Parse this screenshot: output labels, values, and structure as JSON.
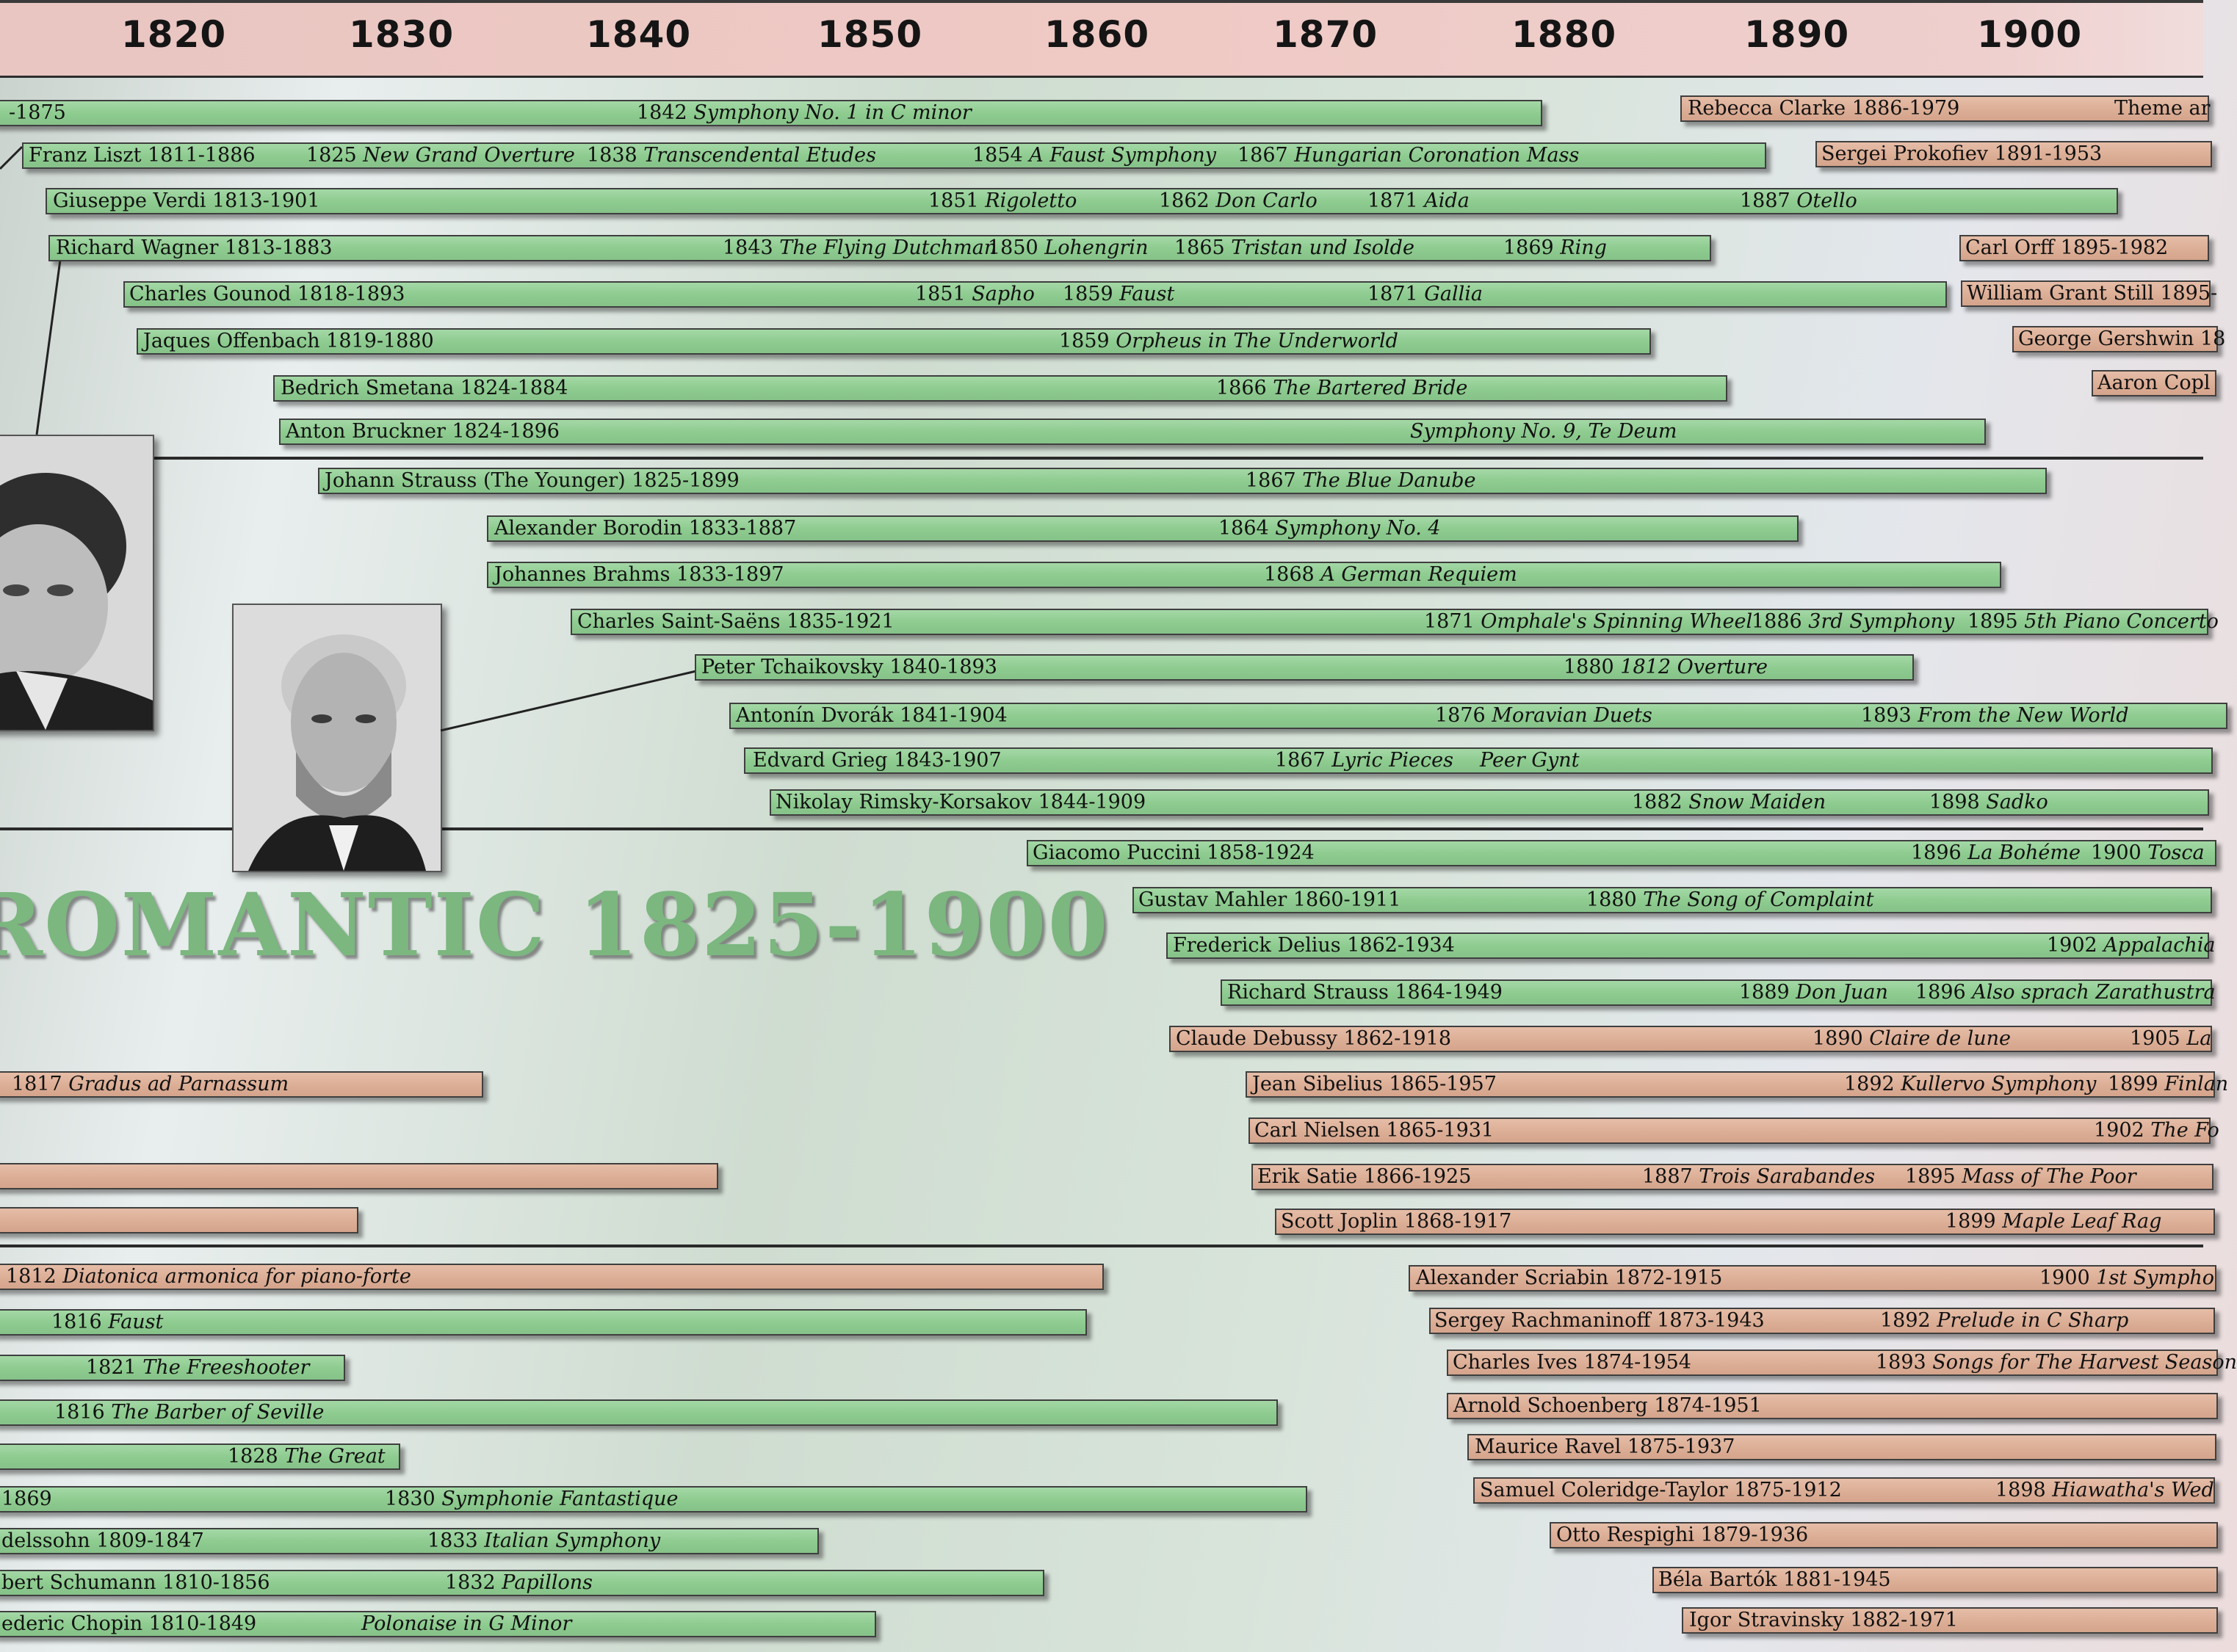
{
  "years": [
    "1820",
    "1830",
    "1840",
    "1850",
    "1860",
    "1870",
    "1880",
    "1890",
    "1900"
  ],
  "era_title": "ROMANTIC 1825-1900",
  "bars": [
    {
      "color": "g",
      "parts": [
        {
          "t": "-1875"
        },
        {
          "t": "1842 ",
          "i": "Symphony No. 1 in C minor"
        }
      ]
    },
    {
      "color": "g",
      "parts": [
        {
          "t": "Franz Liszt 1811-1886"
        },
        {
          "t": "1825 ",
          "i": "New Grand Overture"
        },
        {
          "t": "1838 ",
          "i": "Transcendental Etudes"
        },
        {
          "t": "1854 ",
          "i": "A Faust Symphony"
        },
        {
          "t": "1867 ",
          "i": "Hungarian Coronation Mass"
        }
      ]
    },
    {
      "color": "g",
      "parts": [
        {
          "t": "Giuseppe Verdi 1813-1901"
        },
        {
          "t": "1851 ",
          "i": "Rigoletto"
        },
        {
          "t": "1862 ",
          "i": "Don Carlo"
        },
        {
          "t": "1871 ",
          "i": "Aida"
        },
        {
          "t": "1887 ",
          "i": "Otello"
        }
      ]
    },
    {
      "color": "g",
      "parts": [
        {
          "t": "Richard Wagner 1813-1883"
        },
        {
          "t": "1843 ",
          "i": "The Flying Dutchman"
        },
        {
          "t": "1850 ",
          "i": "Lohengrin"
        },
        {
          "t": "1865 ",
          "i": "Tristan und Isolde"
        },
        {
          "t": "1869 ",
          "i": "Ring"
        }
      ]
    },
    {
      "color": "g",
      "parts": [
        {
          "t": "Charles Gounod 1818-1893"
        },
        {
          "t": "1851 ",
          "i": "Sapho"
        },
        {
          "t": "1859 ",
          "i": "Faust"
        },
        {
          "t": "1871 ",
          "i": "Gallia"
        }
      ]
    },
    {
      "color": "g",
      "parts": [
        {
          "t": "Jaques Offenbach 1819-1880"
        },
        {
          "t": "1859 ",
          "i": "Orpheus in The Underworld"
        }
      ]
    },
    {
      "color": "g",
      "parts": [
        {
          "t": "Bedrich Smetana 1824-1884"
        },
        {
          "t": "1866 ",
          "i": "The Bartered Bride"
        }
      ]
    },
    {
      "color": "g",
      "parts": [
        {
          "t": "Anton Bruckner 1824-1896"
        },
        {
          "t": "",
          "i": "Symphony No. 9, Te Deum"
        }
      ]
    },
    {
      "color": "g",
      "parts": [
        {
          "t": "Johann Strauss (The Younger) 1825-1899"
        },
        {
          "t": "1867 ",
          "i": "The Blue Danube"
        }
      ]
    },
    {
      "color": "g",
      "parts": [
        {
          "t": "Alexander Borodin 1833-1887"
        },
        {
          "t": "1864 ",
          "i": "Symphony No. 4"
        }
      ]
    },
    {
      "color": "g",
      "parts": [
        {
          "t": "Johannes Brahms 1833-1897"
        },
        {
          "t": "1868 ",
          "i": "A German Requiem"
        }
      ]
    },
    {
      "color": "g",
      "parts": [
        {
          "t": "Charles Saint-Saëns 1835-1921"
        },
        {
          "t": "1871 ",
          "i": "Omphale's Spinning Wheel"
        },
        {
          "t": "1886 ",
          "i": "3rd Symphony"
        },
        {
          "t": "1895 ",
          "i": "5th Piano Concerto"
        }
      ]
    },
    {
      "color": "g",
      "parts": [
        {
          "t": "Peter Tchaikovsky 1840-1893"
        },
        {
          "t": "1880 ",
          "i": "1812 Overture"
        }
      ]
    },
    {
      "color": "g",
      "parts": [
        {
          "t": "Antonín Dvorák 1841-1904"
        },
        {
          "t": "1876 ",
          "i": "Moravian Duets"
        },
        {
          "t": "1893 ",
          "i": "From the New World"
        }
      ]
    },
    {
      "color": "g",
      "parts": [
        {
          "t": "Edvard Grieg 1843-1907"
        },
        {
          "t": "1867 ",
          "i": "Lyric Pieces"
        },
        {
          "t": "",
          "i": "Peer Gynt"
        }
      ]
    },
    {
      "color": "g",
      "parts": [
        {
          "t": "Nikolay Rimsky-Korsakov 1844-1909"
        },
        {
          "t": "1882 ",
          "i": "Snow Maiden"
        },
        {
          "t": "1898 ",
          "i": "Sadko"
        }
      ]
    },
    {
      "color": "g",
      "parts": [
        {
          "t": "Giacomo Puccini 1858-1924"
        },
        {
          "t": "1896 ",
          "i": "La Bohéme"
        },
        {
          "t": "1900 ",
          "i": "Tosca"
        }
      ]
    },
    {
      "color": "g",
      "parts": [
        {
          "t": "Gustav Mahler 1860-1911"
        },
        {
          "t": "1880 ",
          "i": "The Song of Complaint"
        }
      ]
    },
    {
      "color": "g",
      "parts": [
        {
          "t": "Frederick Delius 1862-1934"
        },
        {
          "t": "1902 ",
          "i": "Appalachia"
        }
      ]
    },
    {
      "color": "g",
      "parts": [
        {
          "t": "Richard Strauss 1864-1949"
        },
        {
          "t": "1889 ",
          "i": "Don Juan"
        },
        {
          "t": "1896 ",
          "i": "Also sprach Zarathustra"
        }
      ]
    },
    {
      "color": "p",
      "parts": [
        {
          "t": "Claude Debussy 1862-1918"
        },
        {
          "t": "1890 ",
          "i": "Claire de lune"
        },
        {
          "t": "1905 ",
          "i": "La"
        }
      ]
    },
    {
      "color": "p",
      "parts": [
        {
          "t": "Jean Sibelius 1865-1957"
        },
        {
          "t": "1892 ",
          "i": "Kullervo Symphony"
        },
        {
          "t": "1899 ",
          "i": "Finlan"
        }
      ]
    },
    {
      "color": "p",
      "parts": [
        {
          "t": "Carl Nielsen 1865-1931"
        },
        {
          "t": "1902 ",
          "i": "The Fo"
        }
      ]
    },
    {
      "color": "p",
      "parts": [
        {
          "t": "Erik Satie 1866-1925"
        },
        {
          "t": "1887 ",
          "i": "Trois Sarabandes"
        },
        {
          "t": "1895 ",
          "i": "Mass of The Poor"
        }
      ]
    },
    {
      "color": "p",
      "parts": [
        {
          "t": "Scott Joplin 1868-1917"
        },
        {
          "t": "1899 ",
          "i": "Maple Leaf Rag"
        }
      ]
    },
    {
      "color": "p",
      "parts": [
        {
          "t": "1817 ",
          "i": "Gradus ad Parnassum"
        }
      ]
    },
    {
      "color": "p",
      "parts": []
    },
    {
      "color": "p",
      "parts": []
    },
    {
      "color": "p",
      "parts": [
        {
          "t": "1812 ",
          "i": "Diatonica armonica for piano-forte"
        }
      ]
    },
    {
      "color": "g",
      "parts": [
        {
          "t": "1816 ",
          "i": "Faust"
        }
      ]
    },
    {
      "color": "g",
      "parts": [
        {
          "t": "1821 ",
          "i": "The Freeshooter"
        }
      ]
    },
    {
      "color": "g",
      "parts": [
        {
          "t": "1816 ",
          "i": "The Barber of Seville"
        }
      ]
    },
    {
      "color": "g",
      "parts": [
        {
          "t": "1828 ",
          "i": "The Great"
        }
      ]
    },
    {
      "color": "g",
      "parts": [
        {
          "t": "1869"
        },
        {
          "t": "1830 ",
          "i": "Symphonie Fantastique"
        }
      ]
    },
    {
      "color": "g",
      "parts": [
        {
          "t": "delssohn 1809-1847"
        },
        {
          "t": "1833 ",
          "i": "Italian Symphony"
        }
      ]
    },
    {
      "color": "g",
      "parts": [
        {
          "t": "bert Schumann 1810-1856"
        },
        {
          "t": "1832 ",
          "i": "Papillons"
        }
      ]
    },
    {
      "color": "g",
      "parts": [
        {
          "t": "ederic Chopin 1810-1849"
        },
        {
          "t": "",
          "i": "Polonaise in G Minor"
        }
      ]
    },
    {
      "color": "p",
      "parts": [
        {
          "t": "Rebecca Clarke 1886-1979"
        },
        {
          "t": "Theme ar"
        }
      ]
    },
    {
      "color": "p",
      "parts": [
        {
          "t": "Sergei Prokofiev 1891-1953"
        }
      ]
    },
    {
      "color": "p",
      "parts": [
        {
          "t": "Carl Orff 1895-1982"
        }
      ]
    },
    {
      "color": "p",
      "parts": [
        {
          "t": "William Grant Still 1895-"
        }
      ]
    },
    {
      "color": "p",
      "parts": [
        {
          "t": "George Gershwin 18"
        }
      ]
    },
    {
      "color": "p",
      "parts": [
        {
          "t": "Aaron Copl"
        }
      ]
    },
    {
      "color": "p",
      "parts": [
        {
          "t": "Alexander Scriabin 1872-1915"
        },
        {
          "t": "1900 ",
          "i": "1st Sympho"
        }
      ]
    },
    {
      "color": "p",
      "parts": [
        {
          "t": "Sergey Rachmaninoff 1873-1943"
        },
        {
          "t": "1892 ",
          "i": "Prelude in C Sharp"
        }
      ]
    },
    {
      "color": "p",
      "parts": [
        {
          "t": "Charles Ives 1874-1954"
        },
        {
          "t": "1893 ",
          "i": "Songs for The Harvest Season"
        }
      ]
    },
    {
      "color": "p",
      "parts": [
        {
          "t": "Arnold Schoenberg 1874-1951"
        }
      ]
    },
    {
      "color": "p",
      "parts": [
        {
          "t": "Maurice Ravel 1875-1937"
        }
      ]
    },
    {
      "color": "p",
      "parts": [
        {
          "t": "Samuel Coleridge-Taylor 1875-1912"
        },
        {
          "t": "1898 ",
          "i": "Hiawatha's Wed"
        }
      ]
    },
    {
      "color": "p",
      "parts": [
        {
          "t": "Otto Respighi 1879-1936"
        }
      ]
    },
    {
      "color": "p",
      "parts": [
        {
          "t": "Béla Bartók 1881-1945"
        }
      ]
    },
    {
      "color": "p",
      "parts": [
        {
          "t": "Igor Stravinsky 1882-1971"
        }
      ]
    }
  ]
}
